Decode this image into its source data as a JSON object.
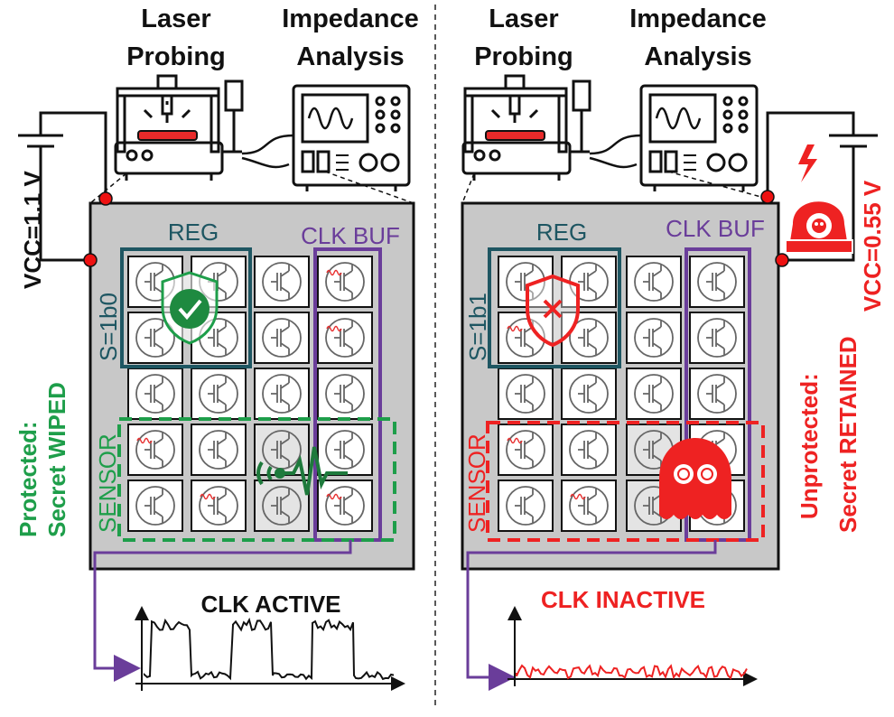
{
  "left": {
    "title_laser": [
      "Laser",
      "Probing"
    ],
    "title_impedance": [
      "Impedance",
      "Analysis"
    ],
    "vcc": "VCC=1.1 V",
    "reg_label": "REG",
    "clkbuf_label": "CLK BUF",
    "state_label": "S=1b0",
    "sensor_label": "SENSOR",
    "status": [
      "Protected:",
      "Secret WIPED"
    ],
    "clk_label": "CLK ACTIVE"
  },
  "right": {
    "title_laser": [
      "Laser",
      "Probing"
    ],
    "title_impedance": [
      "Impedance",
      "Analysis"
    ],
    "vcc": "VCC=0.55 V",
    "reg_label": "REG",
    "clkbuf_label": "CLK BUF",
    "state_label": "S=1b1",
    "sensor_label": "SENSOR",
    "status": [
      "Unprotected:",
      "Secret RETAINED"
    ],
    "clk_label": "CLK INACTIVE"
  },
  "colors": {
    "green": "#1e9e4a",
    "red": "#ee2222",
    "purple": "#6a3d9a",
    "teal": "#1e5662",
    "chip": "#c8c8c8"
  },
  "icons": [
    "laser-probe-station-icon",
    "impedance-analyzer-icon",
    "shield-check-icon",
    "shield-x-icon",
    "hacker-icon",
    "ghost-icon",
    "sensor-wave-icon"
  ]
}
